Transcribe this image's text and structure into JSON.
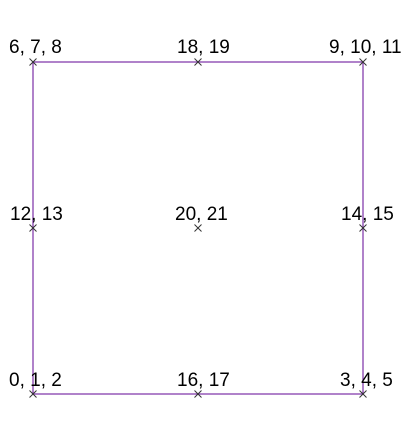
{
  "diagram": {
    "outline_color": "#7b2fa6",
    "marker_color": "#333333",
    "marker_shape": "x-cross",
    "nodes": [
      {
        "id": "bottom-left",
        "label": "0, 1, 2"
      },
      {
        "id": "bottom-center",
        "label": "16, 17"
      },
      {
        "id": "bottom-right",
        "label": "3, 4, 5"
      },
      {
        "id": "mid-left",
        "label": "12, 13"
      },
      {
        "id": "center",
        "label": "20, 21"
      },
      {
        "id": "mid-right",
        "label": "14, 15"
      },
      {
        "id": "top-left",
        "label": "6, 7, 8"
      },
      {
        "id": "top-center",
        "label": "18, 19"
      },
      {
        "id": "top-right",
        "label": "9, 10, 11"
      }
    ]
  }
}
